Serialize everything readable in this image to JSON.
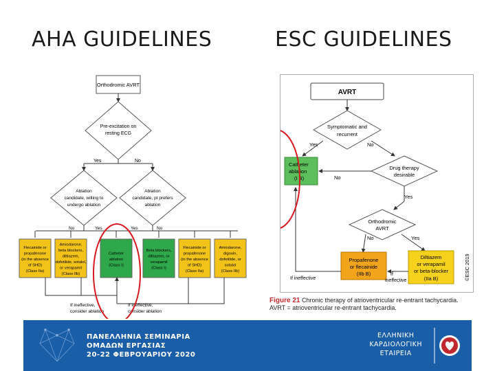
{
  "headings": {
    "left": "AHA GUIDELINES",
    "right": "ESC GUIDELINES"
  },
  "aha": {
    "root": "Orthodromic AVRT",
    "pre": [
      "Pre-excitation on",
      "resting ECG"
    ],
    "yes": "Yes",
    "no": "No",
    "d1": [
      "Ablation",
      "candidate, willing to",
      "undergo ablation"
    ],
    "d2": [
      "Ablation",
      "candidate, pt prefers",
      "ablation"
    ],
    "boxes": [
      {
        "lines": [
          "Flecainide or",
          "propafenone",
          "(in the absence",
          "of SHD)",
          "(Class IIa)"
        ],
        "color": "#f3c319"
      },
      {
        "lines": [
          "Amiodarone,",
          "beta blockers,",
          "diltiazem,",
          "dofetilide, sotalol,",
          "or verapamil",
          "(Class IIb)"
        ],
        "color": "#f3c319"
      },
      {
        "lines": [
          "Catheter",
          "ablation",
          "(Class I)"
        ],
        "color": "#2ea84a"
      },
      {
        "lines": [
          "Beta blockers,",
          "diltiazem, or",
          "verapamil",
          "(Class I)"
        ],
        "color": "#2ea84a"
      },
      {
        "lines": [
          "Flecainide or",
          "propafenone",
          "(in the absence",
          "of SHD)",
          "(Class IIa)"
        ],
        "color": "#f3c319"
      },
      {
        "lines": [
          "Amiodarone,",
          "digoxin,",
          "dofetilide, or",
          "sotalol",
          "(Class IIb)"
        ],
        "color": "#f3c319"
      }
    ],
    "ineffective1": [
      "If ineffective,",
      "consider ablation"
    ],
    "ineffective2": [
      "If ineffective,",
      "consider ablation"
    ]
  },
  "esc": {
    "root": "AVRT",
    "symptomatic": [
      "Symptomatic and",
      "recurrent"
    ],
    "yes": "Yes",
    "no": "No",
    "catheter": [
      "Catheter",
      "ablation",
      "(I B)"
    ],
    "drug": [
      "Drug therapy",
      "desirable"
    ],
    "orthodromic": [
      "Orthodromic",
      "AVRT"
    ],
    "propafenone": [
      "Propafenone",
      "or flecainide",
      "(IIb B)"
    ],
    "diltiazem": [
      "Diltiazem",
      "or verapamil",
      "or beta-blocker",
      "(IIa B)"
    ],
    "if_ineffective": "If ineffective",
    "if_ineffective2": [
      "If",
      "ineffective"
    ],
    "copyright": "©ESC 2019"
  },
  "caption": {
    "figure": "Figure 21",
    "text": "Chronic therapy of atrioventricular re-entrant tachycardia.",
    "abbr": "AVRT = atrioventricular re-entrant tachycardia."
  },
  "banner": {
    "seminar": [
      "ΠΑΝΕΛΛΗΝΙΑ ΣΕΜΙΝΑΡΙΑ",
      "ΟΜΑΔΩΝ ΕΡΓΑΣΙΑΣ",
      "20-22 ΦΕΒΡΟΥΑΡΙΟΥ 2020"
    ],
    "society": [
      "ΕΛΛΗΝΙΚΗ",
      "ΚΑΡΔΙΟΛΟΓΙΚΗ",
      "ΕΤΑΙΡΕΙΑ"
    ],
    "color": "#1b5ea8"
  }
}
